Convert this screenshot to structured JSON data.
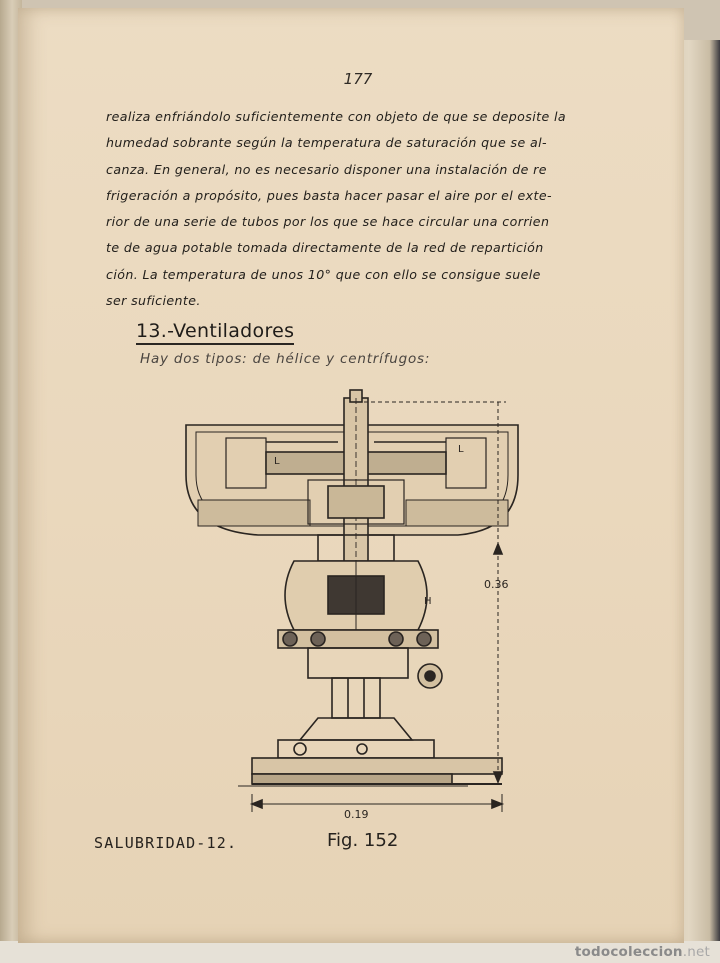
{
  "page_number": "177",
  "paragraph_lines": [
    "realiza enfriándolo suficientemente con objeto de que se deposite la",
    "humedad sobrante según la temperatura de saturación que se al-",
    "canza. En general, no es necesario disponer una instalación de re",
    "frigeración a propósito, pues basta hacer pasar el aire por el exte-",
    "rior de una serie de tubos por los que se hace circular una corrien",
    "te de agua potable tomada directamente de la red de repartición",
    "ción. La temperatura de unos 10° que con ello se consigue suele",
    "ser suficiente."
  ],
  "section_heading": "13.-Ventiladores",
  "section_intro": "Hay dos tipos: de hélice y centrífugos:",
  "figure": {
    "dimension_height": "0.36",
    "dimension_width": "0.19",
    "label_a": "L",
    "label_b": "L",
    "label_c": "H",
    "caption": "Fig. 152"
  },
  "footer_left": "SALUBRIDAD-12.",
  "watermark": {
    "brand": "todocoleccion",
    "tld": ".net"
  }
}
